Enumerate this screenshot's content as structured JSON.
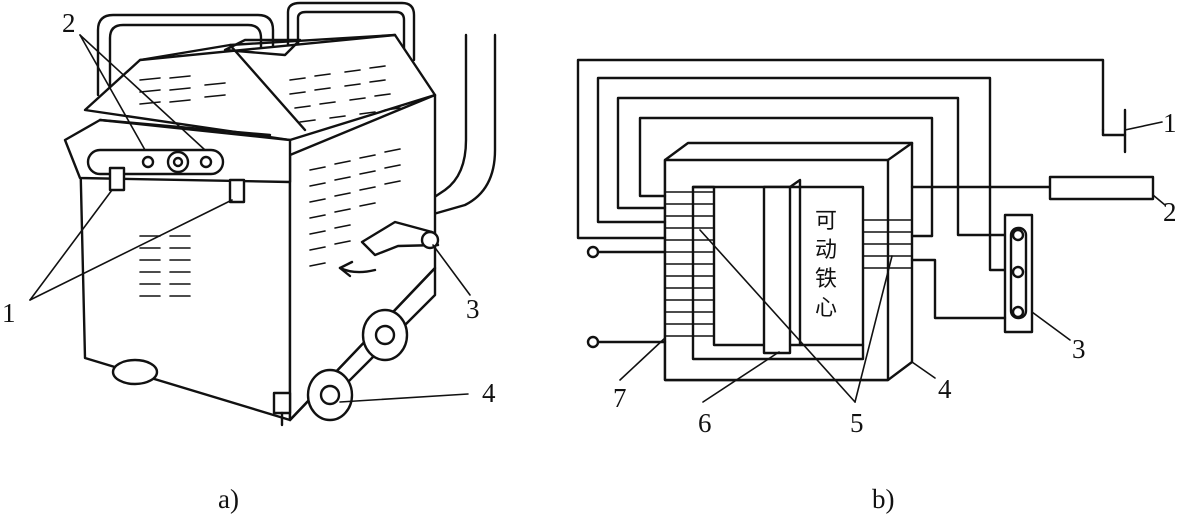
{
  "panel_a": {
    "caption": "a)",
    "callouts": [
      "1",
      "2",
      "3",
      "4"
    ]
  },
  "panel_b": {
    "caption": "b)",
    "callouts": [
      "1",
      "2",
      "3",
      "4",
      "5",
      "6",
      "7"
    ],
    "core_label": [
      "可",
      "动",
      "铁",
      "心"
    ]
  }
}
